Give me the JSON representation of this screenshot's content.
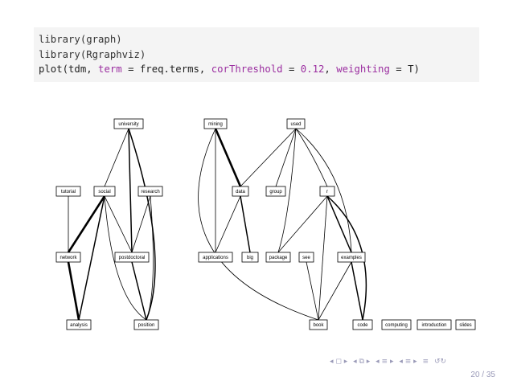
{
  "code": {
    "line1": "library(graph)",
    "line2": "library(Rgraphviz)",
    "line3": {
      "a": "plot(tdm, ",
      "b": "term",
      "c": " = freq.terms, ",
      "d": "corThreshold",
      "e": " = ",
      "f": "0.12",
      "g": ", ",
      "h": "weighting",
      "i": " = T)"
    },
    "colors": {
      "named_arg": "#9b2ea0",
      "background": "#f4f4f4"
    }
  },
  "graph": {
    "nodes": [
      {
        "id": "university",
        "label": "university"
      },
      {
        "id": "mining",
        "label": "mining"
      },
      {
        "id": "used",
        "label": "used"
      },
      {
        "id": "tutorial",
        "label": "tutorial"
      },
      {
        "id": "social",
        "label": "social"
      },
      {
        "id": "research",
        "label": "research"
      },
      {
        "id": "data",
        "label": "data"
      },
      {
        "id": "group",
        "label": "group"
      },
      {
        "id": "r",
        "label": "r"
      },
      {
        "id": "network",
        "label": "network"
      },
      {
        "id": "postdoctoral",
        "label": "postdoctoral"
      },
      {
        "id": "applications",
        "label": "applications"
      },
      {
        "id": "big",
        "label": "big"
      },
      {
        "id": "package",
        "label": "package"
      },
      {
        "id": "see",
        "label": "see"
      },
      {
        "id": "examples",
        "label": "examples"
      },
      {
        "id": "analysis",
        "label": "analysis"
      },
      {
        "id": "position",
        "label": "position"
      },
      {
        "id": "book",
        "label": "book"
      },
      {
        "id": "code",
        "label": "code"
      },
      {
        "id": "computing",
        "label": "computing"
      },
      {
        "id": "introduction",
        "label": "introduction"
      },
      {
        "id": "slides",
        "label": "slides"
      }
    ],
    "edges": [
      {
        "from": "university",
        "to": "social",
        "weight": "thin"
      },
      {
        "from": "university",
        "to": "postdoctoral",
        "weight": "medium"
      },
      {
        "from": "university",
        "to": "position",
        "weight": "medium"
      },
      {
        "from": "mining",
        "to": "data",
        "weight": "thick"
      },
      {
        "from": "mining",
        "to": "applications",
        "weight": "thin"
      },
      {
        "from": "mining",
        "to": "book",
        "weight": "thin"
      },
      {
        "from": "used",
        "to": "data",
        "weight": "thin"
      },
      {
        "from": "used",
        "to": "group",
        "weight": "thin"
      },
      {
        "from": "used",
        "to": "r",
        "weight": "thin"
      },
      {
        "from": "used",
        "to": "package",
        "weight": "thin"
      },
      {
        "from": "used",
        "to": "examples",
        "weight": "thin"
      },
      {
        "from": "tutorial",
        "to": "network",
        "weight": "thin"
      },
      {
        "from": "social",
        "to": "network",
        "weight": "thick"
      },
      {
        "from": "social",
        "to": "analysis",
        "weight": "medium"
      },
      {
        "from": "social",
        "to": "postdoctoral",
        "weight": "thin"
      },
      {
        "from": "social",
        "to": "position",
        "weight": "thin"
      },
      {
        "from": "research",
        "to": "postdoctoral",
        "weight": "thin"
      },
      {
        "from": "research",
        "to": "position",
        "weight": "thin"
      },
      {
        "from": "data",
        "to": "applications",
        "weight": "thin"
      },
      {
        "from": "data",
        "to": "big",
        "weight": "medium"
      },
      {
        "from": "r",
        "to": "package",
        "weight": "thin"
      },
      {
        "from": "r",
        "to": "examples",
        "weight": "medium"
      },
      {
        "from": "r",
        "to": "book",
        "weight": "thin"
      },
      {
        "from": "r",
        "to": "code",
        "weight": "medium"
      },
      {
        "from": "network",
        "to": "analysis",
        "weight": "thick"
      },
      {
        "from": "postdoctoral",
        "to": "position",
        "weight": "medium"
      },
      {
        "from": "see",
        "to": "book",
        "weight": "thin"
      },
      {
        "from": "examples",
        "to": "book",
        "weight": "thin"
      },
      {
        "from": "examples",
        "to": "code",
        "weight": "medium"
      }
    ]
  },
  "footer": {
    "nav_icons": [
      "nav-left-icon",
      "nav-frame-icon",
      "nav-section-icon",
      "nav-subsection-icon",
      "nav-align-icon",
      "nav-search-icon"
    ],
    "page_number": "20 / 35"
  }
}
